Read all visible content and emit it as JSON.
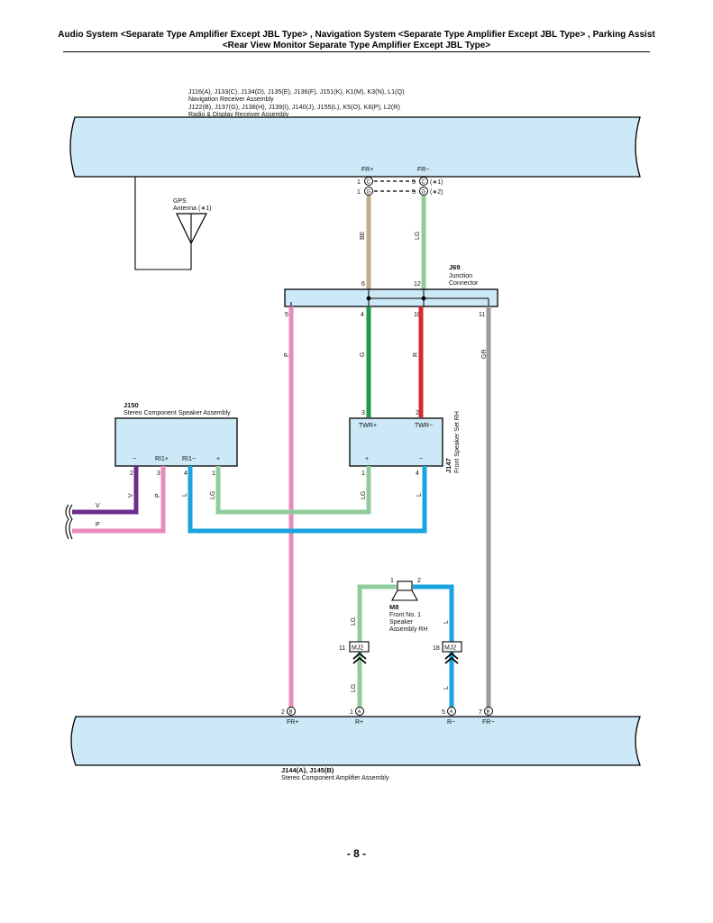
{
  "header": {
    "line1": "Audio System <Separate Type Amplifier Except JBL Type> , Navigation System <Separate Type Amplifier Except JBL Type> , Parking Assist",
    "line2": "<Rear View Monitor Separate Type Amplifier Except JBL Type>"
  },
  "receiver": {
    "codes1": "J116(A), J133(C), J134(D), J135(E), J136(F), J151(K), K1(M), K3(N), L1(Q)",
    "name1": "Navigation Receiver Assembly",
    "codes2": "J122(B), J137(G), J138(H), J139(I), J140(J), J155(L), K5(O), K6(P), L2(R)",
    "name2": "Radio & Display Receiver Assembly",
    "pin_fr_plus": "FR+",
    "pin_fr_minus": "FR−",
    "pin1": "1",
    "pin5": "5",
    "conn_c": "C",
    "conn_g": "G",
    "note1": "(∗1)",
    "note2": "(∗2)"
  },
  "gps": {
    "label": "GPS",
    "sub": "Antenna (∗1)"
  },
  "junction": {
    "code": "J69",
    "name1": "Junction",
    "name2": "Connector",
    "pins": {
      "p6": "6",
      "p12": "12",
      "p5": "5",
      "p4": "4",
      "p10": "10",
      "p11": "11"
    }
  },
  "wires": {
    "be": "BE",
    "lg": "LG",
    "p": "P",
    "g": "G",
    "r": "R",
    "gr": "GR",
    "v": "V",
    "l": "L"
  },
  "j150": {
    "code": "J150",
    "name": "Stereo Component Speaker Assembly",
    "pins": [
      "−",
      "RI1+",
      "RI1−",
      "+"
    ],
    "nums": [
      "2",
      "3",
      "4",
      "1"
    ]
  },
  "j147": {
    "code": "J147",
    "name": "Front Speaker Set RH",
    "twr_plus": "TWR+",
    "twr_minus": "TWR−",
    "plus": "+",
    "minus": "−",
    "n3": "3",
    "n2": "2",
    "n1": "1",
    "n4": "4"
  },
  "m8": {
    "code": "M8",
    "name1": "Front No. 1",
    "name2": "Speaker",
    "name3": "Assembly RH",
    "n1": "1",
    "n2": "2"
  },
  "mj2": {
    "label": "MJ2",
    "left_pin": "11",
    "right_pin": "18"
  },
  "amplifier": {
    "codes": "J144(A), J145(B)",
    "name": "Stereo Component Amplifier Assembly",
    "pins": [
      {
        "num": "2",
        "conn": "B",
        "label": "FR+"
      },
      {
        "num": "1",
        "conn": "A",
        "label": "R+"
      },
      {
        "num": "5",
        "conn": "A",
        "label": "R−"
      },
      {
        "num": "7",
        "conn": "B",
        "label": "FR−"
      }
    ]
  },
  "page": {
    "number": "- 8 -"
  },
  "colors": {
    "box": "#cde9f7",
    "be": "#c2ab8e",
    "lg": "#8fcc9d",
    "pink": "#e88bbb",
    "green": "#1f9a4c",
    "red": "#d8262e",
    "gray": "#9a9a9e",
    "violet": "#6c2c8c",
    "blue": "#1aa3de"
  }
}
